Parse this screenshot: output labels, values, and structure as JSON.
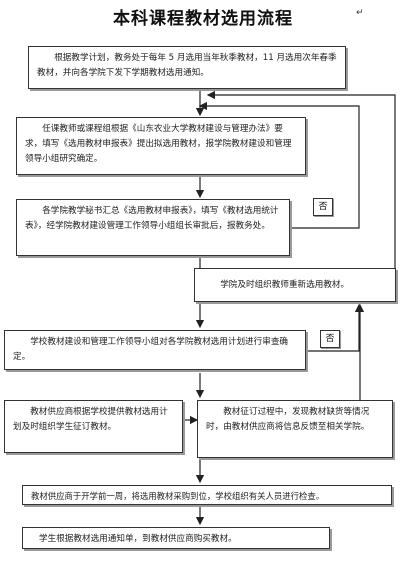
{
  "title": "本科课程教材选用流程",
  "boxes": [
    {
      "id": "b1",
      "text": "根据教学计划，教务处于每年 5 月选用当年秋季教材，11 月选用次年春季教材，并向各学院下发下学期教材选用通知。"
    },
    {
      "id": "b2",
      "text": "任课教师或课程组根据《山东农业大学教材建设与管理办法》要求，填写《选用教材申报表》提出拟选用教材，报学院教材建设和管理领导小组研究确定。"
    },
    {
      "id": "b3",
      "text": "各学院教学秘书汇总《选用教材申报表》，填写《教材选用统计表》，经学院教材建设管理工作领导小组组长审批后，报教务处。"
    },
    {
      "id": "b4",
      "text": "学院及时组织教师重新选用教材。"
    },
    {
      "id": "b5",
      "text": "学校教材建设和管理工作领导小组对各学院教材选用计划进行审查确定。"
    },
    {
      "id": "b6",
      "text": "教材供应商根据学校提供教材选用计划及时组织学生征订教材。"
    },
    {
      "id": "b7",
      "text": "教材征订过程中，发现教材缺货等情况时，由教材供应商将信息反馈至相关学院。"
    },
    {
      "id": "b8",
      "text": "教材供应商于开学前一周，将选用教材采购到位，学校组织有关人员进行检查。"
    },
    {
      "id": "b9",
      "text": "学生根据教材选用通知单，到教材供应商购买教材。"
    }
  ],
  "labels": {
    "no1": "否",
    "no2": "否"
  }
}
